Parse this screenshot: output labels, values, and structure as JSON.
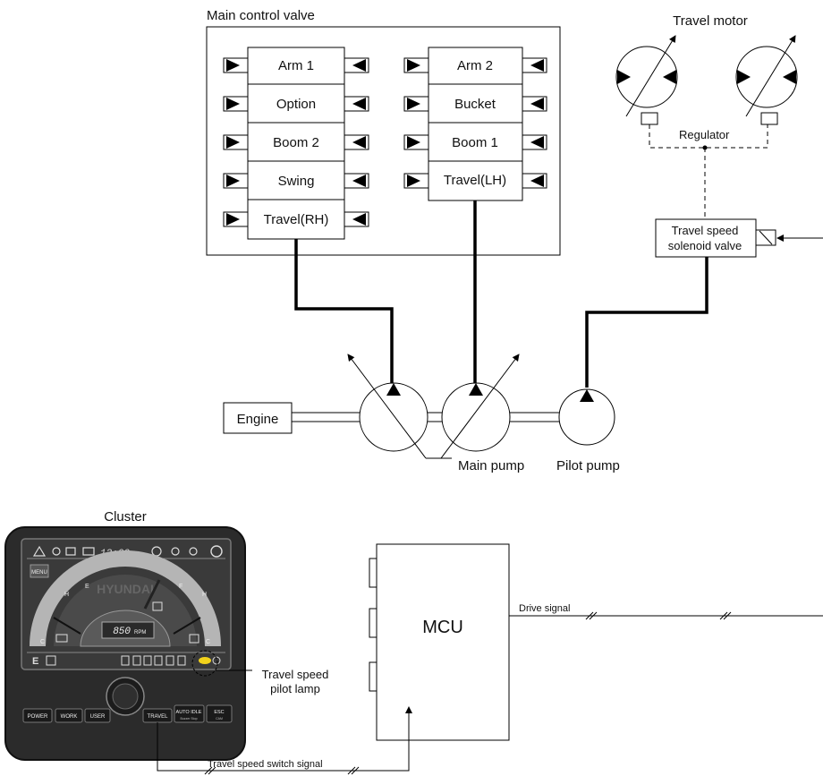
{
  "main_valve": {
    "title": "Main control valve",
    "spools_left": [
      "Arm 1",
      "Option",
      "Boom 2",
      "Swing",
      "Travel(RH)"
    ],
    "spools_right": [
      "Arm 2",
      "Bucket",
      "Boom 1",
      "Travel(LH)"
    ]
  },
  "travel_motor": {
    "title": "Travel motor",
    "regulator": "Regulator"
  },
  "solenoid": {
    "line1": "Travel speed",
    "line2": "solenoid valve"
  },
  "engine": {
    "label": "Engine"
  },
  "pumps": {
    "main": "Main pump",
    "pilot": "Pilot pump"
  },
  "cluster": {
    "title": "Cluster",
    "time": "12:00",
    "time_suffix": "m",
    "brand": "HYUNDAI",
    "rpm_value": "850",
    "rpm_unit": "RPM",
    "menu_label": "MENU",
    "gauge_h_left": "H",
    "gauge_c_left": "C",
    "gauge_e": "E",
    "gauge_f": "F",
    "gauge_h_right": "H",
    "gauge_c_right": "C",
    "mode_e": "E",
    "buttons": [
      "POWER",
      "WORK",
      "USER",
      "TRAVEL",
      "AUTO IDLE",
      "ESC"
    ],
    "button_sub_autoidle": "Buzzer Stop",
    "button_sub_esc": "CAM"
  },
  "pilot_lamp": {
    "line1": "Travel speed",
    "line2": "pilot lamp"
  },
  "mcu": {
    "label": "MCU"
  },
  "signals": {
    "drive": "Drive signal",
    "switch": "Travel speed switch signal"
  },
  "colors": {
    "cluster_body": "#2b2b2b",
    "screen_bg": "#3a3a3a",
    "lamp_yellow": "#f2d21b"
  }
}
